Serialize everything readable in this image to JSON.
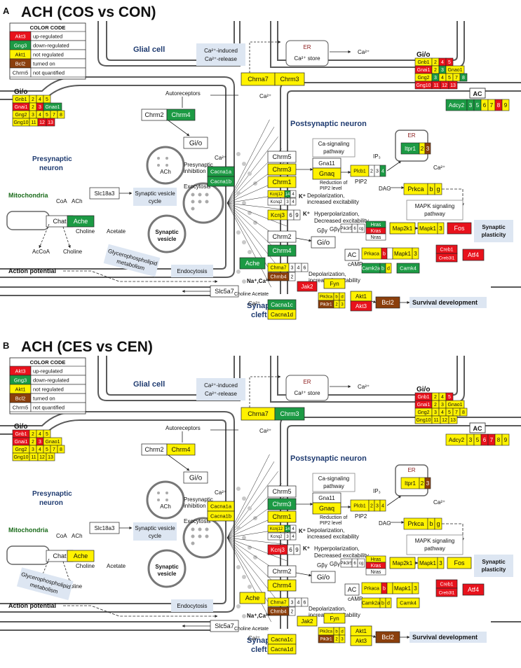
{
  "colors": {
    "up": "#e8121c",
    "down": "#1c9a44",
    "not": "#fff200",
    "on": "#8b3f0c",
    "none": "#ffffff",
    "membrane": "#5a5a5a",
    "region_label": "#1f3b70",
    "mito_label": "#1a6b1a",
    "er_label": "#8b1a1a",
    "bubble": "#dde6f2"
  },
  "legend": {
    "title": "COLOR CODE",
    "rows": [
      {
        "gene": "Akt3",
        "state": "up",
        "label": "up-regulated"
      },
      {
        "gene": "Gng3",
        "state": "down",
        "label": "down-regulated"
      },
      {
        "gene": "Akt1",
        "state": "not",
        "label": "not regulated"
      },
      {
        "gene": "Bcl2",
        "state": "on",
        "label": "turned on"
      },
      {
        "gene": "Chrm5",
        "state": "none",
        "label": "not quantified"
      }
    ]
  },
  "labels": {
    "glial_cell": "Glial cell",
    "ca_induced": "Ca²⁺-induced",
    "ca_release": "Ca²⁺-release",
    "er": "ER",
    "ca_store": "Ca²⁺ store",
    "ca2": "Ca²⁺",
    "autoreceptors": "Autoreceptors",
    "postsynaptic": "Postsynaptic neuron",
    "presynaptic1": "Presynaptic",
    "presynaptic2": "neuron",
    "mitochondria": "Mitochondria",
    "ach": "ACh",
    "coa": "CoA",
    "choline": "Choline",
    "acetate": "Acetate",
    "acoa": "AcCoA",
    "presyn_inhib1": "Presynaptic",
    "presyn_inhib2": "inhibition",
    "exocytosis": "Exocytosis",
    "svc1": "Synaptic vesicle",
    "svc2": "cycle",
    "syn_vesicle1": "Synaptic",
    "syn_vesicle2": "vesicle",
    "endocytosis": "Endocytosis",
    "glycero1": "Glycerophospholipid",
    "glycero2": "metabolism",
    "action_potential": "Action potential",
    "synaptic_cleft1": "Synaptic",
    "synaptic_cleft2": "cleft",
    "ca_sig1": "Ca-signaling",
    "ca_sig2": "pathway",
    "ip3": "IP₃",
    "pip2": "PIP2",
    "dag": "DAG",
    "reduction1": "Reduction of",
    "reduction2": "PIP2 level",
    "depol1": "Depolarization,",
    "depol2": "increased excitability",
    "k_plus": "K⁺",
    "hyper1": "Hyperpolarization,",
    "hyper2": "Decreased excitability",
    "mapk1": "MAPK signaling",
    "mapk2": "pathway",
    "gby": "Gβγ",
    "camp": "cAMP",
    "na_ca": "Na⁺,Ca²⁺",
    "choline_acetate": "Choline Acetate",
    "synaptic_plasticity1": "Synaptic",
    "synaptic_plasticity2": "plasticity",
    "survival": "Survival development"
  },
  "panels": [
    {
      "letter": "A",
      "title": "ACH (COS vs CON)",
      "st": {
        "Chrna7": "not",
        "Chrm3_top": "not",
        "giopre": [
          "not",
          "not",
          "not",
          "not",
          "up",
          "not",
          "up",
          "down",
          "not",
          "not",
          "not",
          "not",
          "not",
          "not",
          "not",
          "not",
          "up",
          "up",
          "up",
          "not"
        ],
        "giopost": [
          "not",
          "not",
          "up",
          "up",
          "up",
          "not",
          "down",
          "not",
          "not",
          "down",
          "not",
          "not",
          "not",
          "down",
          "up",
          "up",
          "up",
          "up"
        ],
        "ac": [
          "down",
          "down",
          "down",
          "not",
          "not",
          "up",
          "not"
        ],
        "Chrm2": "none",
        "Chrm4_top": "down",
        "Gio_pre": "none",
        "Cacna1a": "down",
        "Cacna1b": "down",
        "Slc18a3": "none",
        "Chat": "none",
        "Ache_pre": "down",
        "Chrm5": "none",
        "Chrm3": "not",
        "Chrm1": "not",
        "Kcnj12": "not",
        "Kcnj14": "down",
        "Kcnj4": "none",
        "Kcnq2": "none",
        "Kcnq3": "none",
        "Kcnj3": "not",
        "Kcnj6": "none",
        "Kcnj9": "none",
        "Chrm2_post": "none",
        "Chrm4_post": "down",
        "Gio_post": "none",
        "Ache_cleft": "down",
        "Chrna7_post": "not",
        "Chrna3": "none",
        "Chrna4": "none",
        "Chrna6": "none",
        "Chrnb4": "on",
        "Chrnb2": "none",
        "Gna11": "none",
        "Gnaq": "not",
        "Plcb1": "not",
        "Plcb2": "none",
        "Plcb3": "none",
        "Plcb4": "down",
        "Itpr1": "down",
        "Itpr2": "not",
        "Itpr3": "on",
        "Prkca": "not",
        "Prkcb": "not",
        "Prkcg": "not",
        "Pik3r5": "none",
        "Pik3r6": "none",
        "Pik3cg": "none",
        "Hras": "down",
        "Kras": "up",
        "Nras": "none",
        "Map2k1": "not",
        "Mapk1": "not",
        "Mapk3": "not",
        "Fos": "up",
        "AC": "none",
        "Prkaca": "not",
        "Prkacb": "up",
        "Rap1": "none",
        "Mapk1b": "not",
        "Mapk3b": "not",
        "Creb1": "up",
        "Creb3l1": "up",
        "Atf4": "up",
        "Camk2a": "down",
        "Camk2b": "down",
        "Camk2d": "not",
        "Camk4": "down",
        "Jak2": "up",
        "Fyn": "not",
        "Pik3ca": "not",
        "Pik3cb": "not",
        "Pik3cd": "not",
        "Pik3r1": "on",
        "Pik3r2": "not",
        "Pik3r3": "not",
        "Akt1": "not",
        "Akt3": "up",
        "Bcl2": "on",
        "Cacna1c": "down",
        "Cacna1d": "not",
        "Slc5a7": "none"
      }
    },
    {
      "letter": "B",
      "title": "ACH (CES vs CEN)",
      "st": {
        "Chrna7": "not",
        "Chrm3_top": "down",
        "giopre": [
          "up",
          "not",
          "not",
          "not",
          "up",
          "not",
          "up",
          "not",
          "not",
          "not",
          "not",
          "not",
          "not",
          "not",
          "not",
          "not",
          "not",
          "not",
          "not",
          "not"
        ],
        "giopost": [
          "up",
          "not",
          "not",
          "up",
          "up",
          "not",
          "not",
          "not",
          "not",
          "not",
          "not",
          "not",
          "not",
          "not",
          "not",
          "not",
          "not",
          "not"
        ],
        "ac": [
          "not",
          "not",
          "not",
          "up",
          "up",
          "not",
          "not"
        ],
        "Chrm2": "none",
        "Chrm4_top": "not",
        "Gio_pre": "none",
        "Cacna1a": "not",
        "Cacna1b": "not",
        "Slc18a3": "none",
        "Chat": "none",
        "Ache_pre": "not",
        "Chrm5": "none",
        "Chrm3": "down",
        "Chrm1": "not",
        "Kcnj12": "not",
        "Kcnj14": "down",
        "Kcnj4": "none",
        "Kcnq2": "none",
        "Kcnq3": "none",
        "Kcnj3": "up",
        "Kcnj6": "none",
        "Kcnj9": "none",
        "Chrm2_post": "none",
        "Chrm4_post": "not",
        "Gio_post": "none",
        "Ache_cleft": "not",
        "Chrna7_post": "not",
        "Chrna3": "none",
        "Chrna4": "none",
        "Chrna6": "none",
        "Chrnb4": "on",
        "Chrnb2": "none",
        "Gna11": "none",
        "Gnaq": "not",
        "Plcb1": "not",
        "Plcb2": "not",
        "Plcb3": "not",
        "Plcb4": "not",
        "Itpr1": "not",
        "Itpr2": "not",
        "Itpr3": "on",
        "Prkca": "not",
        "Prkcb": "not",
        "Prkcg": "not",
        "Pik3r5": "none",
        "Pik3r6": "none",
        "Pik3cg": "none",
        "Hras": "not",
        "Kras": "up",
        "Nras": "none",
        "Map2k1": "not",
        "Mapk1": "not",
        "Mapk3": "not",
        "Fos": "not",
        "AC": "none",
        "Prkaca": "not",
        "Prkacb": "up",
        "Rap1": "not",
        "Mapk1b": "not",
        "Mapk3b": "not",
        "Creb1": "up",
        "Creb3l1": "up",
        "Atf4": "up",
        "Camk2a": "not",
        "Camk2b": "not",
        "Camk2d": "not",
        "Camk4": "not",
        "Jak2": "not",
        "Fyn": "not",
        "Pik3ca": "not",
        "Pik3cb": "not",
        "Pik3cd": "not",
        "Pik3r1": "on",
        "Pik3r2": "not",
        "Pik3r3": "not",
        "Akt1": "not",
        "Akt3": "not",
        "Bcl2": "on",
        "Cacna1c": "not",
        "Cacna1d": "not",
        "Slc5a7": "none"
      }
    }
  ]
}
